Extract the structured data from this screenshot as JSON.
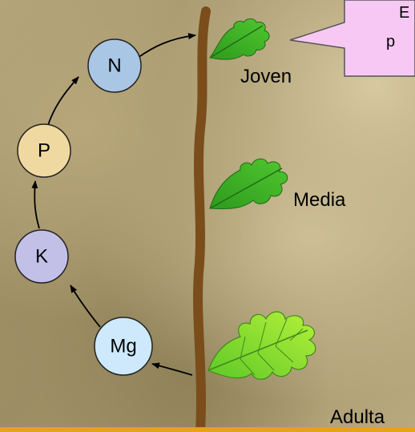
{
  "nodes": [
    {
      "label": "N",
      "color": "#a9c6e4"
    },
    {
      "label": "P",
      "color": "#f0d9a0"
    },
    {
      "label": "K",
      "color": "#c3c0e8"
    },
    {
      "label": "Mg",
      "color": "#cde9fb"
    }
  ],
  "stages": {
    "young": "Joven",
    "middle": "Media",
    "adult": "Adulta"
  },
  "callout": {
    "line1": "E",
    "line2": "p"
  },
  "colors": {
    "stem": "#7a4d1b",
    "leaf": "#3cb32a",
    "leaf_light": "#7cd82e",
    "callout_fill": "#f8c8f5",
    "bottom_bar": "#e5a11f"
  }
}
